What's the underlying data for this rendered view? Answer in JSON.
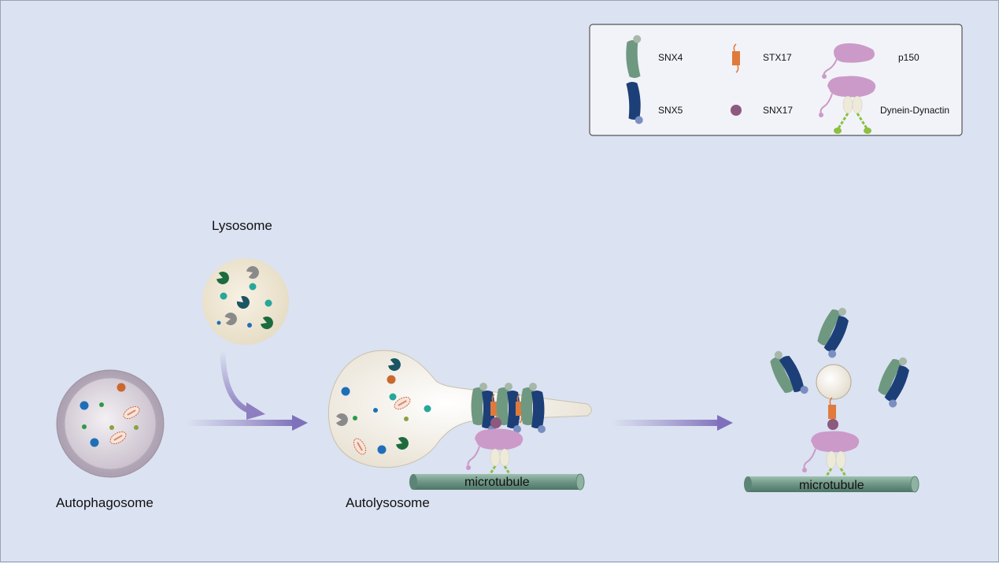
{
  "labels": {
    "lysosome": "Lysosome",
    "autophagosome": "Autophagosome",
    "autolysosome": "Autolysosome",
    "microtubule_left": "microtubule",
    "microtubule_right": "microtubule"
  },
  "legend": {
    "items": [
      {
        "icon": "snx4-icon",
        "label": "SNX4"
      },
      {
        "icon": "stx17-icon",
        "label": "STX17"
      },
      {
        "icon": "p150-icon",
        "label": "p150"
      },
      {
        "icon": "snx5-icon",
        "label": "SNX5"
      },
      {
        "icon": "snx17-icon",
        "label": "SNX17"
      },
      {
        "icon": "dynein-dynactin-icon",
        "label": "Dynein-Dynactin"
      }
    ]
  },
  "colors": {
    "background": "#dbe2f1",
    "snx4": "#6f9880",
    "snx5": "#1d3f78",
    "stx17": "#e07a3c",
    "snx17": "#8c5a7f",
    "p150": "#cc9ac8",
    "dynein_leg": "#8cc043",
    "microtubule": "#6e9585",
    "arrow": "#8d7fc0"
  }
}
